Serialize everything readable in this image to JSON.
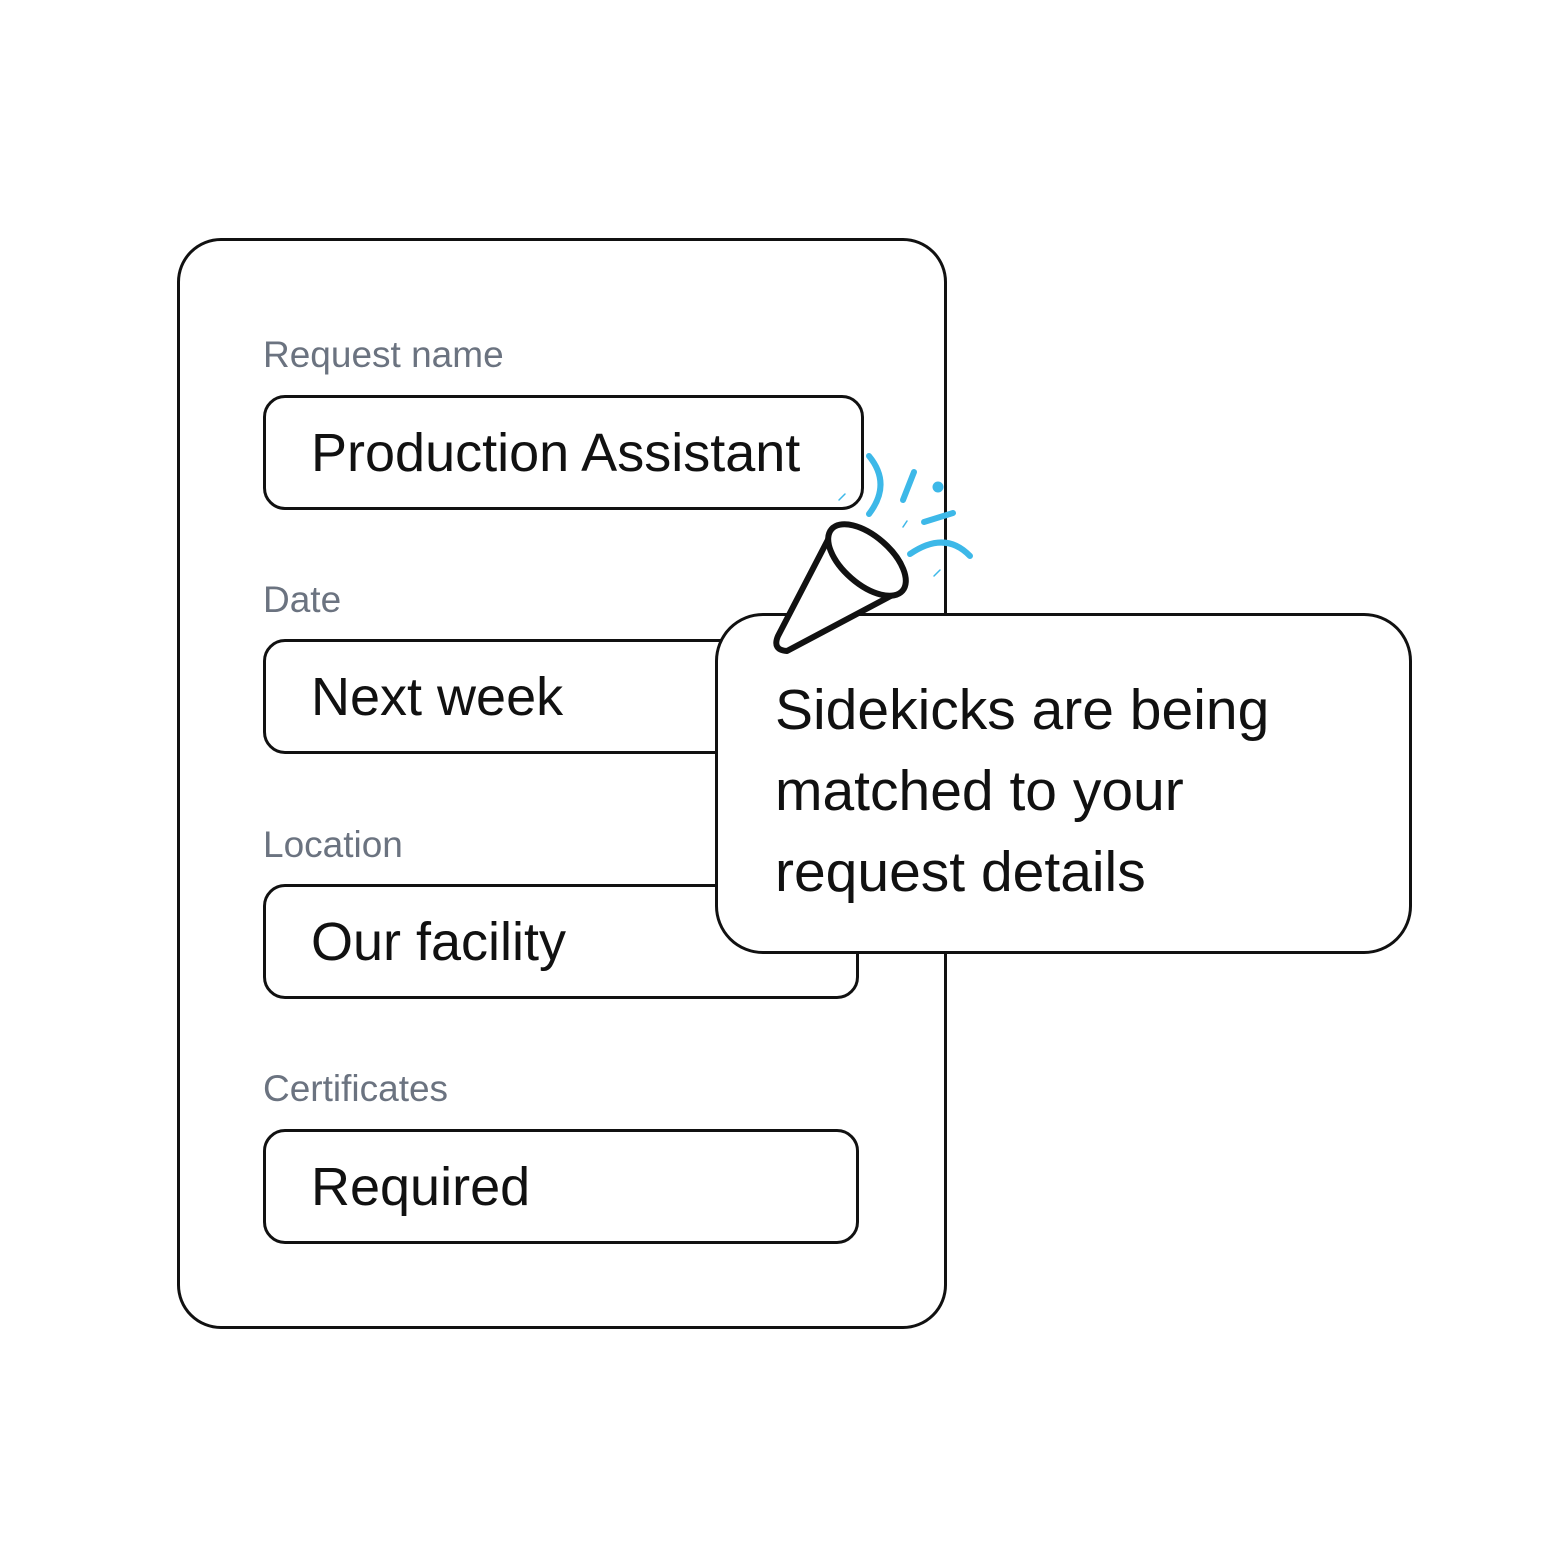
{
  "form": {
    "fields": [
      {
        "label": "Request name",
        "value": "Production Assistant"
      },
      {
        "label": "Date",
        "value": "Next week"
      },
      {
        "label": "Location",
        "value": "Our facility"
      },
      {
        "label": "Certificates",
        "value": "Required"
      }
    ]
  },
  "notification": {
    "message": "Sidekicks are being matched to your request details",
    "icon": "party-popper-icon"
  },
  "colors": {
    "outline": "#111111",
    "label": "#6b7380",
    "accent": "#3db8e8",
    "background": "#ffffff"
  }
}
